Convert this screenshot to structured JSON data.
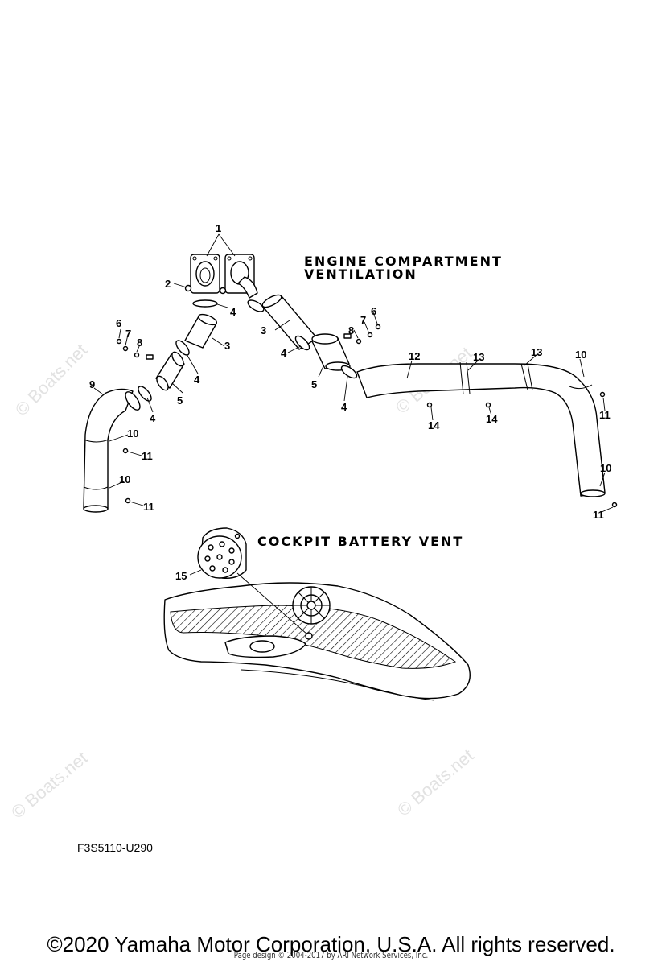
{
  "headings": {
    "engine_line1": "ENGINE COMPARTMENT",
    "engine_line2": "VENTILATION",
    "cockpit": "COCKPIT BATTERY VENT"
  },
  "callouts": {
    "c1": "1",
    "c2": "2",
    "c3a": "3",
    "c3b": "3",
    "c4a": "4",
    "c4b": "4",
    "c4c": "4",
    "c4d": "4",
    "c4e": "4",
    "c5a": "5",
    "c5b": "5",
    "c6a": "6",
    "c6b": "6",
    "c7a": "7",
    "c7b": "7",
    "c8a": "8",
    "c8b": "8",
    "c9": "9",
    "c10a": "10",
    "c10b": "10",
    "c10c": "10",
    "c10d": "10",
    "c11a": "11",
    "c11b": "11",
    "c11c": "11",
    "c11d": "11",
    "c12": "12",
    "c13a": "13",
    "c13b": "13",
    "c14a": "14",
    "c14b": "14",
    "c15": "15"
  },
  "watermarks": {
    "left": "© Boats.net",
    "mid": "© Boats.net",
    "bottom_left": "© Boats.net",
    "bottom_right": "© Boats.net"
  },
  "figure_code": "F3S5110-U290",
  "copyright": "©2020 Yamaha Motor Corporation, U.S.A. All rights reserved.",
  "page_credit": "Page design © 2004-2017 by ARI Network Services, Inc."
}
